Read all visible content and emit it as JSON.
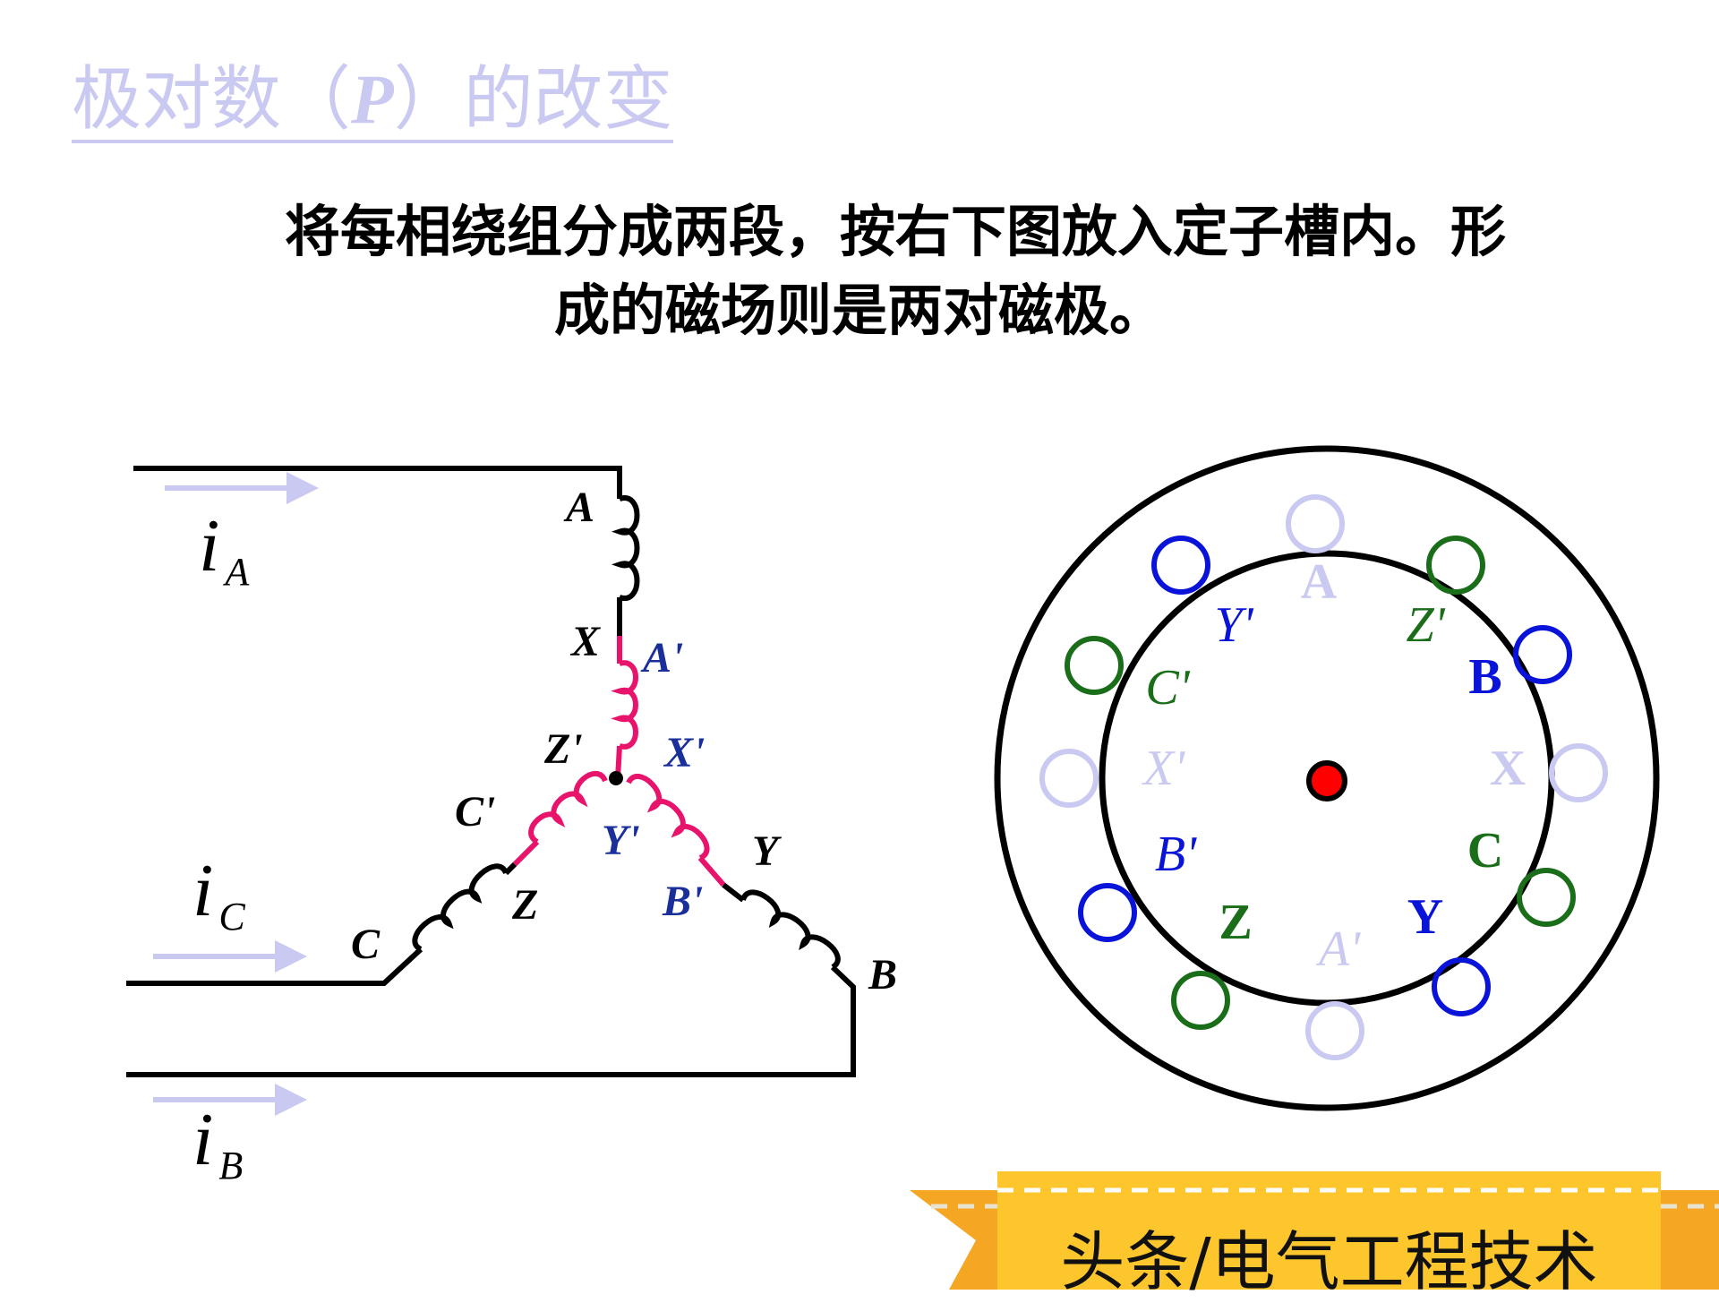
{
  "title": {
    "prefix": "极对数（",
    "symbol": "P",
    "suffix": "）的改变"
  },
  "description": {
    "line1": "将每相绕组分成两段，按右下图放入定子槽内。形",
    "line2": "成的磁场则是两对磁极。"
  },
  "circuit": {
    "currents": [
      {
        "symbol": "i",
        "sub": "A"
      },
      {
        "symbol": "i",
        "sub": "C"
      },
      {
        "symbol": "i",
        "sub": "B"
      }
    ],
    "terminals": {
      "A": "A",
      "X": "X",
      "A2": "A'",
      "X2": "X'",
      "Z2": "Z'",
      "C2": "C'",
      "Y2": "Y'",
      "Z": "Z",
      "B2": "B'",
      "Y": "Y",
      "C": "C",
      "B": "B"
    }
  },
  "stator": {
    "slots": [
      {
        "label": "A",
        "phase": "A"
      },
      {
        "label": "Y'",
        "phase": "B"
      },
      {
        "label": "Z'",
        "phase": "C"
      },
      {
        "label": "B",
        "phase": "B"
      },
      {
        "label": "C'",
        "phase": "C"
      },
      {
        "label": "X'",
        "phase": "A"
      },
      {
        "label": "X",
        "phase": "A"
      },
      {
        "label": "B'",
        "phase": "B"
      },
      {
        "label": "C",
        "phase": "C"
      },
      {
        "label": "Z",
        "phase": "C"
      },
      {
        "label": "Y",
        "phase": "B"
      },
      {
        "label": "A'",
        "phase": "A"
      }
    ]
  },
  "colors": {
    "phase_A": "#c9c9f2",
    "phase_B": "#0a14d8",
    "phase_C": "#1a6e1a",
    "inner_winding": "#e8136b",
    "prime_label": "#1a2f9a",
    "rotor_center": "#ff0000",
    "banner": "#fcc62c",
    "banner_wing": "#f5a623"
  },
  "watermark": {
    "text": "头条/电气工程技术"
  }
}
